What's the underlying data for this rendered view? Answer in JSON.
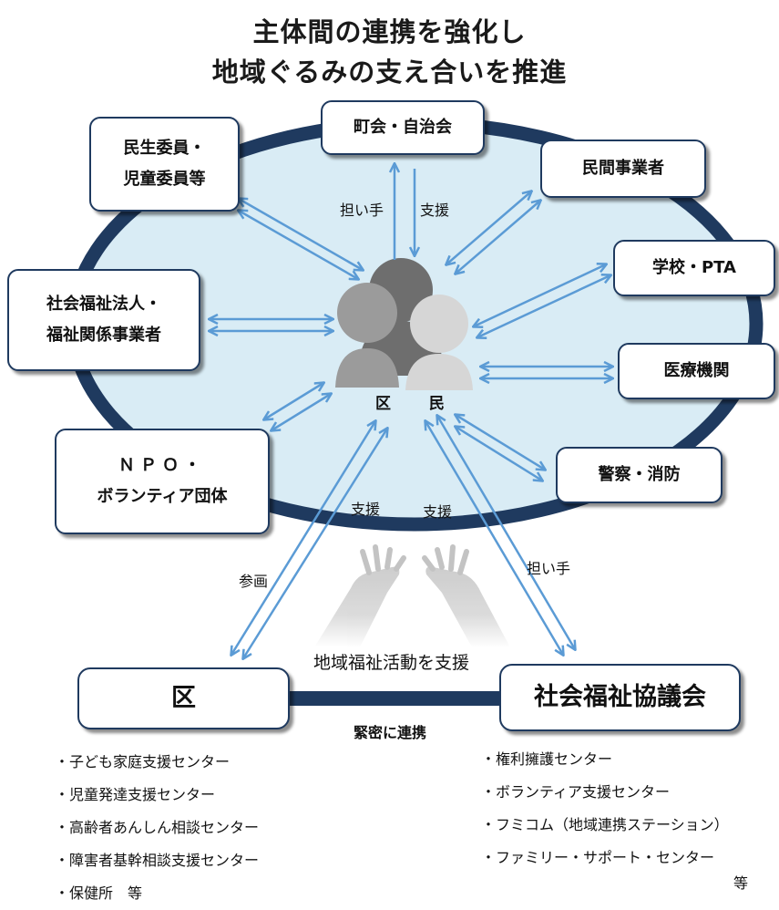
{
  "title": {
    "line1": "主体間の連携を強化し",
    "line2": "地域ぐるみの支え合いを推進"
  },
  "colors": {
    "ring": "#1f3a5f",
    "oval_fill": "#d9ecf5",
    "arrow": "#5b9bd5"
  },
  "center_label": "区 民",
  "nodes": {
    "chokai": "町会・自治会",
    "minsei_line1": "民生委員・",
    "minsei_line2": "児童委員等",
    "minkan": "民間事業者",
    "gakko": "学校・PTA",
    "shakai_line1": "社会福祉法人・",
    "shakai_line2": "福祉関係事業者",
    "iryo": "医療機関",
    "npo_line1": "ＮＰＯ・",
    "npo_line2": "ボランティア団体",
    "keisatsu": "警察・消防",
    "ku": "区",
    "shakyo": "社会福祉協議会"
  },
  "arrow_labels": {
    "ninaite_top": "担い手",
    "shien_top": "支援",
    "shien_left": "支援",
    "shien_right": "支援",
    "sankaku": "参画",
    "ninaite_bottom": "担い手"
  },
  "caption": "地域福祉活動を支援",
  "link_label": "緊密に連携",
  "ku_list": [
    "・子ども家庭支援センター",
    "・児童発達支援センター",
    "・高齢者あんしん相談センター",
    "・障害者基幹相談支援センター",
    "・保健所　等"
  ],
  "shakyo_list": [
    "・権利擁護センター",
    "・ボランティア支援センター",
    "・フミコム（地域連携ステーション）",
    "・ファミリー・サポート・センター"
  ],
  "shakyo_etc": "等"
}
